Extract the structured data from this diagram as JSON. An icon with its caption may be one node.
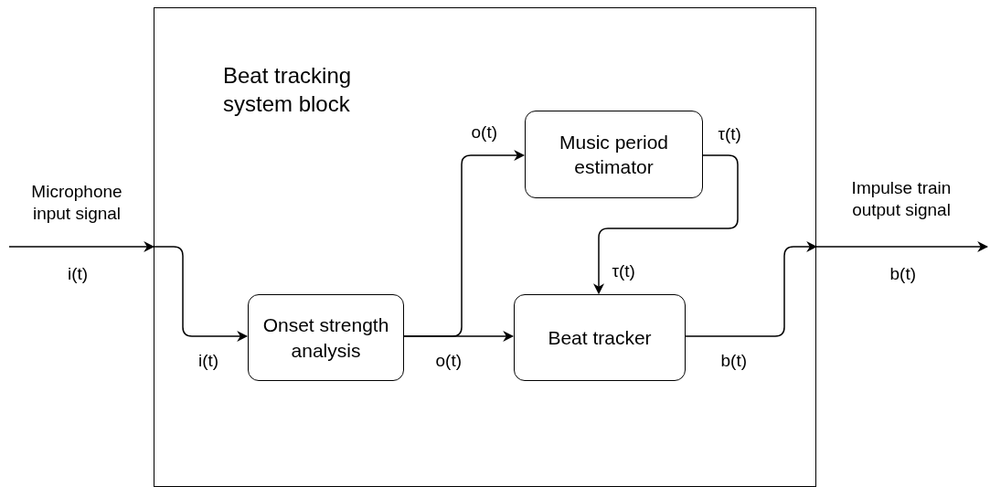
{
  "diagram": {
    "nodes": [
      {
        "text": [
          "Beat tracking system block"
        ]
      },
      {
        "text": [
          "Onset strength analysis"
        ],
        "in": 0
      },
      {
        "text": [
          "Music period estimator"
        ],
        "in": 0
      },
      {
        "text": [
          "Beat tracker"
        ],
        "in": 0
      }
    ],
    "edges": [
      {
        "from": null,
        "to": 0,
        "arrow": "to",
        "label": "i(t)"
      },
      {
        "from": 0,
        "to": 1,
        "arrow": "to",
        "label": "i(t)"
      },
      {
        "from": 1,
        "to": 2,
        "arrow": "to",
        "label": "o(t)"
      },
      {
        "from": 1,
        "to": 3,
        "arrow": "to",
        "label": "o(t)"
      },
      {
        "from": 2,
        "to": 3,
        "arrow": "to",
        "label": "τ(t)"
      },
      {
        "from": 3,
        "to": 0,
        "arrow": "to",
        "label": "b(t)"
      },
      {
        "from": 0,
        "to": null,
        "arrow": "to",
        "label": "b(t)"
      }
    ],
    "labels": [
      "Microphone input signal",
      "τ(t)",
      "Impulse train output signal"
    ]
  }
}
